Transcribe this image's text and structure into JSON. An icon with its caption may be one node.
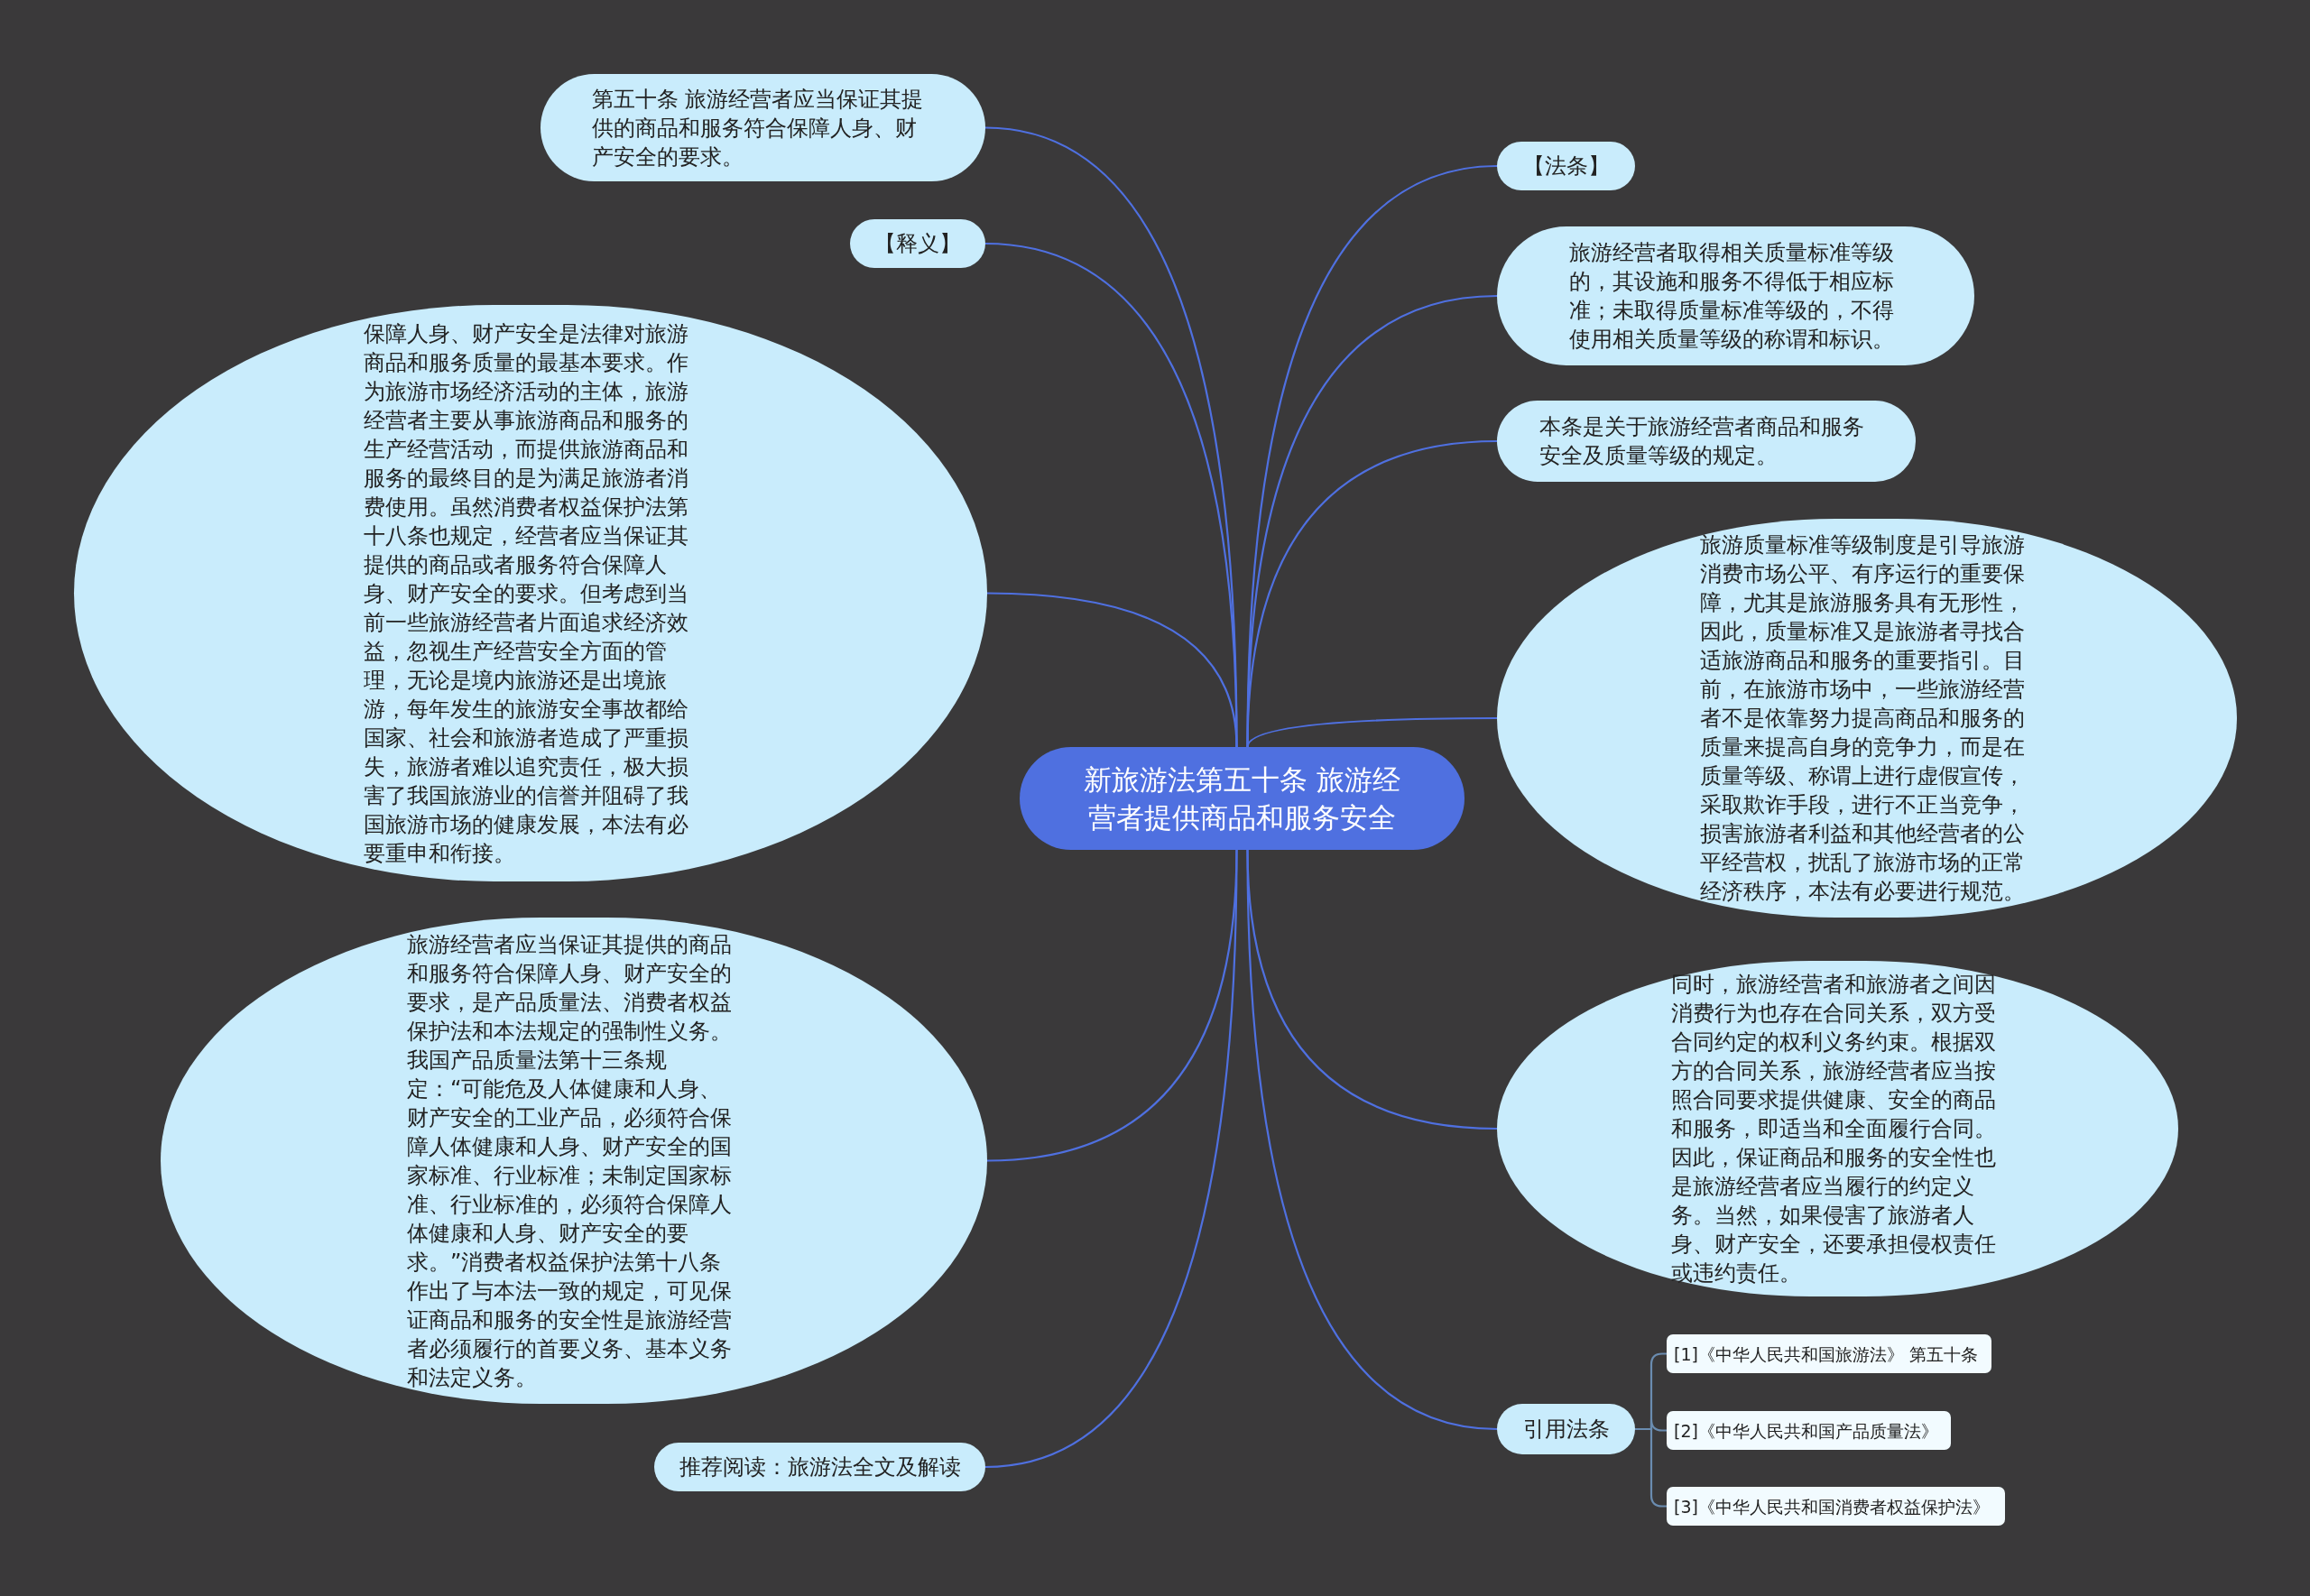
{
  "diagram": {
    "nodes": [
      {
        "text": [
          "新旅游法第五十条 旅游经营者提供商品和服务安全"
        ]
      },
      {
        "text": [
          "第五十条 旅游经营者应当保证其提供的商品和服务符合保障人身、财产安全的要求。"
        ]
      },
      {
        "text": [
          "【释义】"
        ]
      },
      {
        "text": [
          "保障人身、财产安全是法律对旅游商品和服务质量的最基本要求。作为旅游市场经济活动的主体，旅游经营者主要从事旅游商品和服务的生产经营活动，而提供旅游商品和服务的最终目的是为满足旅游者消费使用。虽然消费者权益保护法第十八条也规定，经营者应当保证其提供的商品或者服务符合保障人身、财产安全的要求。但考虑到当前一些旅游经营者片面追求经济效益，忽视生产经营安全方面的管理，无论是境内旅游还是出境旅游，每年发生的旅游安全事故都给国家、社会和旅游者造成了严重损失，旅游者难以追究责任，极大损害了我国旅游业的信誉并阻碍了我国旅游市场的健康发展，本法有必要重申和衔接。"
        ]
      },
      {
        "text": [
          "旅游经营者应当保证其提供的商品和服务符合保障人身、财产安全的要求，是产品质量法、消费者权益保护法和本法规定的强制性义务。我国产品质量法第十三条规定：“可能危及人体健康和人身、财产安全的工业产品，必须符合保障人体健康和人身、财产安全的国家标准、行业标准；未制定国家标准、行业标准的，必须符合保障人体健康和人身、财产安全的要求。”消费者权益保护法第十八条作出了与本法一致的规定，可见保证商品和服务的安全性是旅游经营者必须履行的首要义务、基本义务和法定义务。"
        ]
      },
      {
        "text": [
          "推荐阅读：旅游法全文及解读"
        ]
      },
      {
        "text": [
          "【法条】"
        ]
      },
      {
        "text": [
          "旅游经营者取得相关质量标准等级的，其设施和服务不得低于相应标准；未取得质量标准等级的，不得使用相关质量等级的称谓和标识。"
        ]
      },
      {
        "text": [
          "本条是关于旅游经营者商品和服务安全及质量等级的规定。"
        ]
      },
      {
        "text": [
          "旅游质量标准等级制度是引导旅游消费市场公平、有序运行的重要保障，尤其是旅游服务具有无形性，因此，质量标准又是旅游者寻找合适旅游商品和服务的重要指引。目前，在旅游市场中，一些旅游经营者不是依靠努力提高商品和服务的质量来提高自身的竞争力，而是在质量等级、称谓上进行虚假宣传，采取欺诈手段，进行不正当竞争，损害旅游者利益和其他经营者的公平经营权，扰乱了旅游市场的正常经济秩序，本法有必要进行规范。"
        ]
      },
      {
        "text": [
          "同时，旅游经营者和旅游者之间因消费行为也存在合同关系，双方受合同约定的权利义务约束。根据双方的合同关系，旅游经营者应当按照合同要求提供健康、安全的商品和服务，即适当和全面履行合同。因此，保证商品和服务的安全性也是旅游经营者应当履行的约定义务。当然，如果侵害了旅游者人身、财产安全，还要承担侵权责任或违约责任。"
        ]
      },
      {
        "text": [
          "引用法条"
        ]
      },
      {
        "text": [
          "[1]《中华人民共和国旅游法》 第五十条"
        ]
      },
      {
        "text": [
          "[2]《中华人民共和国产品质量法》"
        ]
      },
      {
        "text": [
          "[3]《中华人民共和国消费者权益保护法》"
        ]
      }
    ],
    "edges": [
      {
        "from": 0,
        "to": 1,
        "arrow": "none"
      },
      {
        "from": 0,
        "to": 2,
        "arrow": "none"
      },
      {
        "from": 0,
        "to": 3,
        "arrow": "none"
      },
      {
        "from": 0,
        "to": 4,
        "arrow": "none"
      },
      {
        "from": 0,
        "to": 5,
        "arrow": "none"
      },
      {
        "from": 0,
        "to": 6,
        "arrow": "none"
      },
      {
        "from": 0,
        "to": 7,
        "arrow": "none"
      },
      {
        "from": 0,
        "to": 8,
        "arrow": "none"
      },
      {
        "from": 0,
        "to": 9,
        "arrow": "none"
      },
      {
        "from": 0,
        "to": 10,
        "arrow": "none"
      },
      {
        "from": 0,
        "to": 11,
        "arrow": "none"
      },
      {
        "from": 11,
        "to": 12,
        "arrow": "none",
        "color": "#6a8cb0"
      },
      {
        "from": 11,
        "to": 13,
        "arrow": "none",
        "color": "#6a8cb0"
      },
      {
        "from": 11,
        "to": 14,
        "arrow": "none",
        "color": "#6a8cb0"
      }
    ]
  }
}
